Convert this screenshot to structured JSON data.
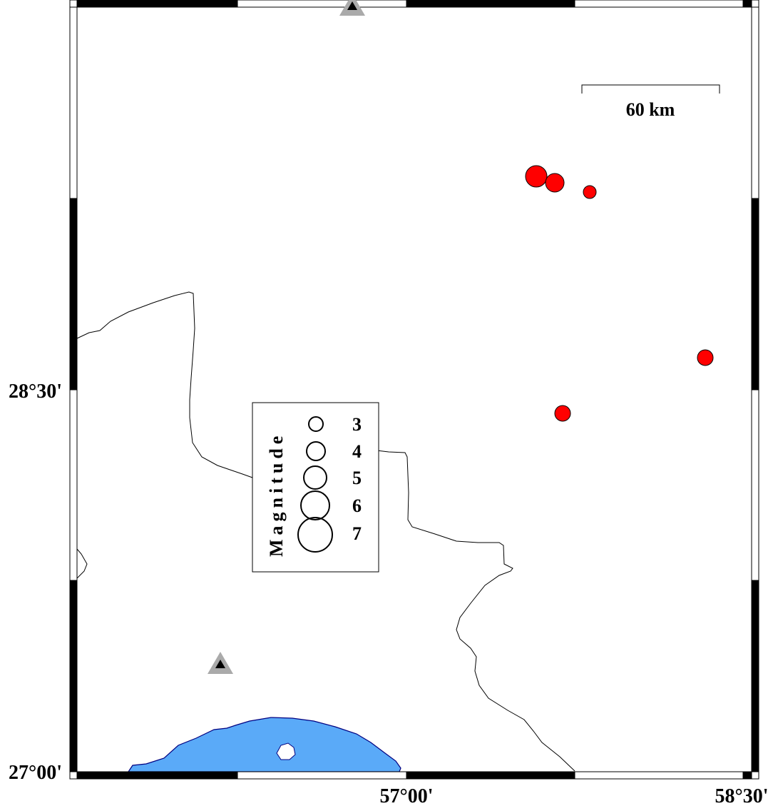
{
  "map": {
    "axes": {
      "lat_labels": [
        "28°30'",
        "27°00'"
      ],
      "lon_labels": [
        "57°00'",
        "58°30'"
      ]
    },
    "scale_bar": {
      "label": "60 km"
    },
    "legend": {
      "title": "Magnitude",
      "entries": [
        {
          "label": "3",
          "magnitude": 3
        },
        {
          "label": "4",
          "magnitude": 4
        },
        {
          "label": "5",
          "magnitude": 5
        },
        {
          "label": "6",
          "magnitude": 6
        },
        {
          "label": "7",
          "magnitude": 7
        }
      ]
    },
    "colors": {
      "event_fill": "#ff0000",
      "water_fill": "#5aaaf8",
      "station_outer": "#aaaaaa",
      "station_inner": "#000000",
      "border_line": "#000000"
    },
    "icons": {
      "event": "earthquake-circle",
      "station": "seismic-station-triangle"
    }
  }
}
